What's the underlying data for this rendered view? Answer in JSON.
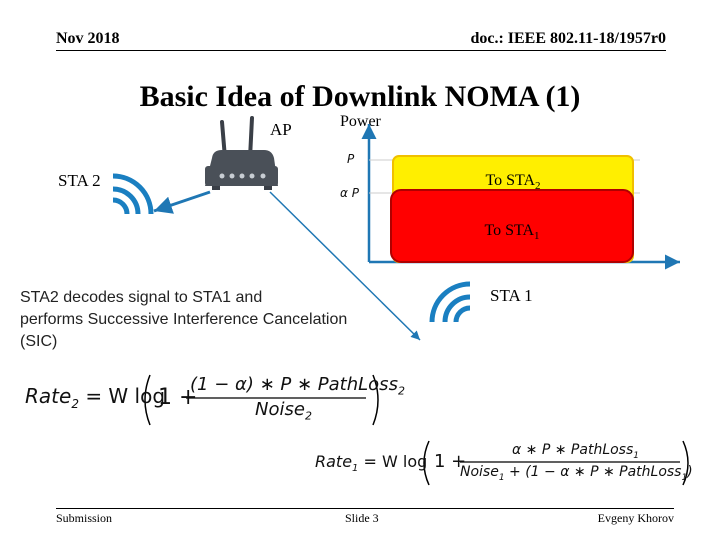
{
  "header": {
    "date": "Nov 2018",
    "doc": "doc.: IEEE 802.11-18/1957r0"
  },
  "title": "Basic Idea of Downlink NOMA (1)",
  "labels": {
    "ap": "AP",
    "power": "Power",
    "sta2": "STA 2",
    "sta1": "STA 1"
  },
  "chart": {
    "p_label": "P",
    "alpha_label": "α P",
    "box_top": {
      "text": "To STA",
      "sub": "2",
      "color": "#ffef00",
      "border": "#f0c000"
    },
    "box_bottom": {
      "text": "To STA",
      "sub": "1",
      "color": "#ff0000",
      "border": "#b00000"
    }
  },
  "sic_text": [
    "STA2  decodes signal to STA1 and",
    "performs Successive Interference Cancelation",
    "(SIC)"
  ],
  "formula1": {
    "lhs": "Rate",
    "lhs_sub": "2",
    "eq": "= W log",
    "numerator": "(1 − α) ∗ P ∗ PathLoss",
    "numerator_sub": "2",
    "denominator": "Noise",
    "denominator_sub": "2"
  },
  "formula2": {
    "lhs": "Rate",
    "lhs_sub": "1",
    "eq": "= W log",
    "numerator": "α ∗ P ∗ PathLoss",
    "numerator_sub": "1",
    "denominator_a": "Noise",
    "denominator_a_sub": "1",
    "denominator_b": " + (1 − α ∗ P ∗ PathLoss",
    "denominator_b_sub": "1",
    "denominator_c": ")"
  },
  "footer": {
    "left": "Submission",
    "center": "Slide 3",
    "right": "Evgeny Khorov"
  },
  "icons": [
    "router-icon",
    "wifi-signal-icon"
  ],
  "colors": {
    "arrow": "#1f77b4",
    "axis": "#1f77b4",
    "wifi": "#1a7fc1"
  }
}
